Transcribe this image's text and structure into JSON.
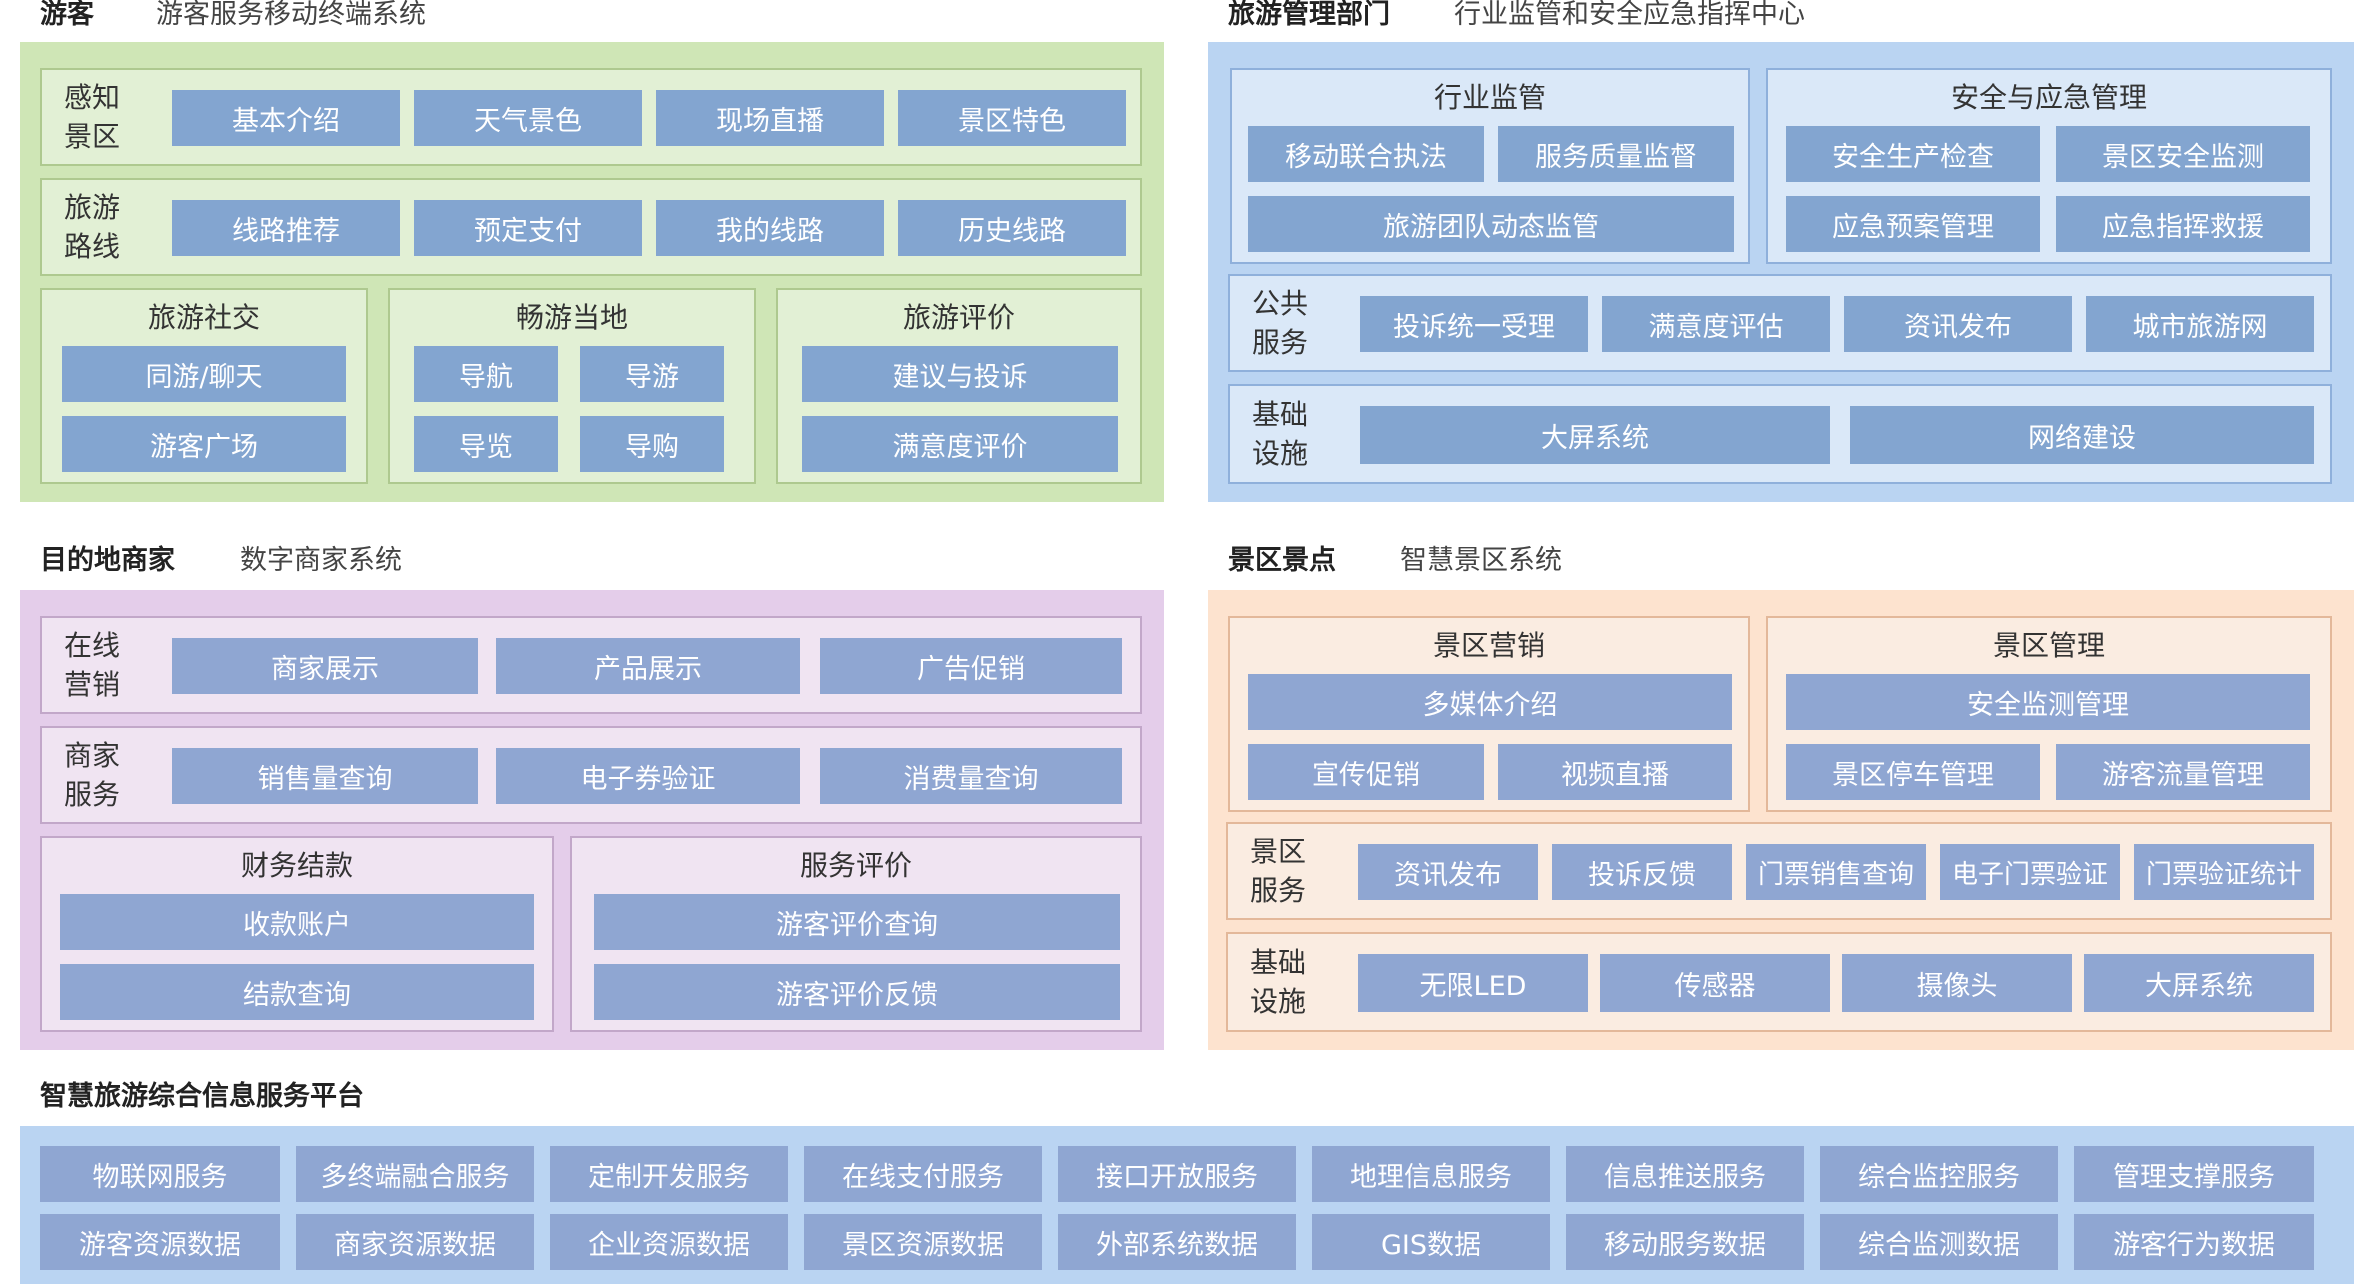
{
  "colors": {
    "green_panel": "#cfe6b6",
    "blue_panel": "#bad4f2",
    "purple_panel": "#e4cdea",
    "orange_panel": "#fde3cf",
    "chip_green": "#83a5d0",
    "chip_blue": "#83a5d0",
    "chip_purple": "#8fa6d2",
    "chip_orange": "#8fa6d2",
    "chip_bottom": "#8fa6d2"
  },
  "tourist": {
    "title": "游客",
    "subtitle": "游客服务移动终端系统",
    "perception": {
      "label": "感知\n景区",
      "items": [
        "基本介绍",
        "天气景色",
        "现场直播",
        "景区特色"
      ]
    },
    "route": {
      "label": "旅游\n路线",
      "items": [
        "线路推荐",
        "预定支付",
        "我的线路",
        "历史线路"
      ]
    },
    "social": {
      "title": "旅游社交",
      "items": [
        "同游/聊天",
        "游客广场"
      ]
    },
    "local": {
      "title": "畅游当地",
      "items": [
        "导航",
        "导游",
        "导览",
        "导购"
      ]
    },
    "review": {
      "title": "旅游评价",
      "items": [
        "建议与投诉",
        "满意度评价"
      ]
    }
  },
  "management": {
    "title": "旅游管理部门",
    "subtitle": "行业监管和安全应急指挥中心",
    "industry": {
      "title": "行业监管",
      "items": [
        "移动联合执法",
        "服务质量监督",
        "旅游团队动态监管"
      ]
    },
    "safety": {
      "title": "安全与应急管理",
      "items": [
        "安全生产检查",
        "景区安全监测",
        "应急预案管理",
        "应急指挥救援"
      ]
    },
    "public": {
      "label": "公共\n服务",
      "items": [
        "投诉统一受理",
        "满意度评估",
        "资讯发布",
        "城市旅游网"
      ]
    },
    "infra": {
      "label": "基础\n设施",
      "items": [
        "大屏系统",
        "网络建设"
      ]
    }
  },
  "merchant": {
    "title": "目的地商家",
    "subtitle": "数字商家系统",
    "marketing": {
      "label": "在线\n营销",
      "items": [
        "商家展示",
        "产品展示",
        "广告促销"
      ]
    },
    "service": {
      "label": "商家\n服务",
      "items": [
        "销售量查询",
        "电子券验证",
        "消费量查询"
      ]
    },
    "finance": {
      "title": "财务结款",
      "items": [
        "收款账户",
        "结款查询"
      ]
    },
    "evaluation": {
      "title": "服务评价",
      "items": [
        "游客评价查询",
        "游客评价反馈"
      ]
    }
  },
  "scenic": {
    "title": "景区景点",
    "subtitle": "智慧景区系统",
    "marketing": {
      "title": "景区营销",
      "items": [
        "多媒体介绍",
        "宣传促销",
        "视频直播"
      ]
    },
    "management": {
      "title": "景区管理",
      "items": [
        "安全监测管理",
        "景区停车管理",
        "游客流量管理"
      ]
    },
    "service": {
      "label": "景区\n服务",
      "items": [
        "资讯发布",
        "投诉反馈",
        "门票销售查询",
        "电子门票验证",
        "门票验证统计"
      ]
    },
    "infra": {
      "label": "基础\n设施",
      "items": [
        "无限LED",
        "传感器",
        "摄像头",
        "大屏系统"
      ]
    }
  },
  "platform": {
    "title": "智慧旅游综合信息服务平台",
    "services": [
      "物联网服务",
      "多终端融合服务",
      "定制开发服务",
      "在线支付服务",
      "接口开放服务",
      "地理信息服务",
      "信息推送服务",
      "综合监控服务",
      "管理支撑服务"
    ],
    "data": [
      "游客资源数据",
      "商家资源数据",
      "企业资源数据",
      "景区资源数据",
      "外部系统数据",
      "GIS数据",
      "移动服务数据",
      "综合监测数据",
      "游客行为数据"
    ]
  }
}
